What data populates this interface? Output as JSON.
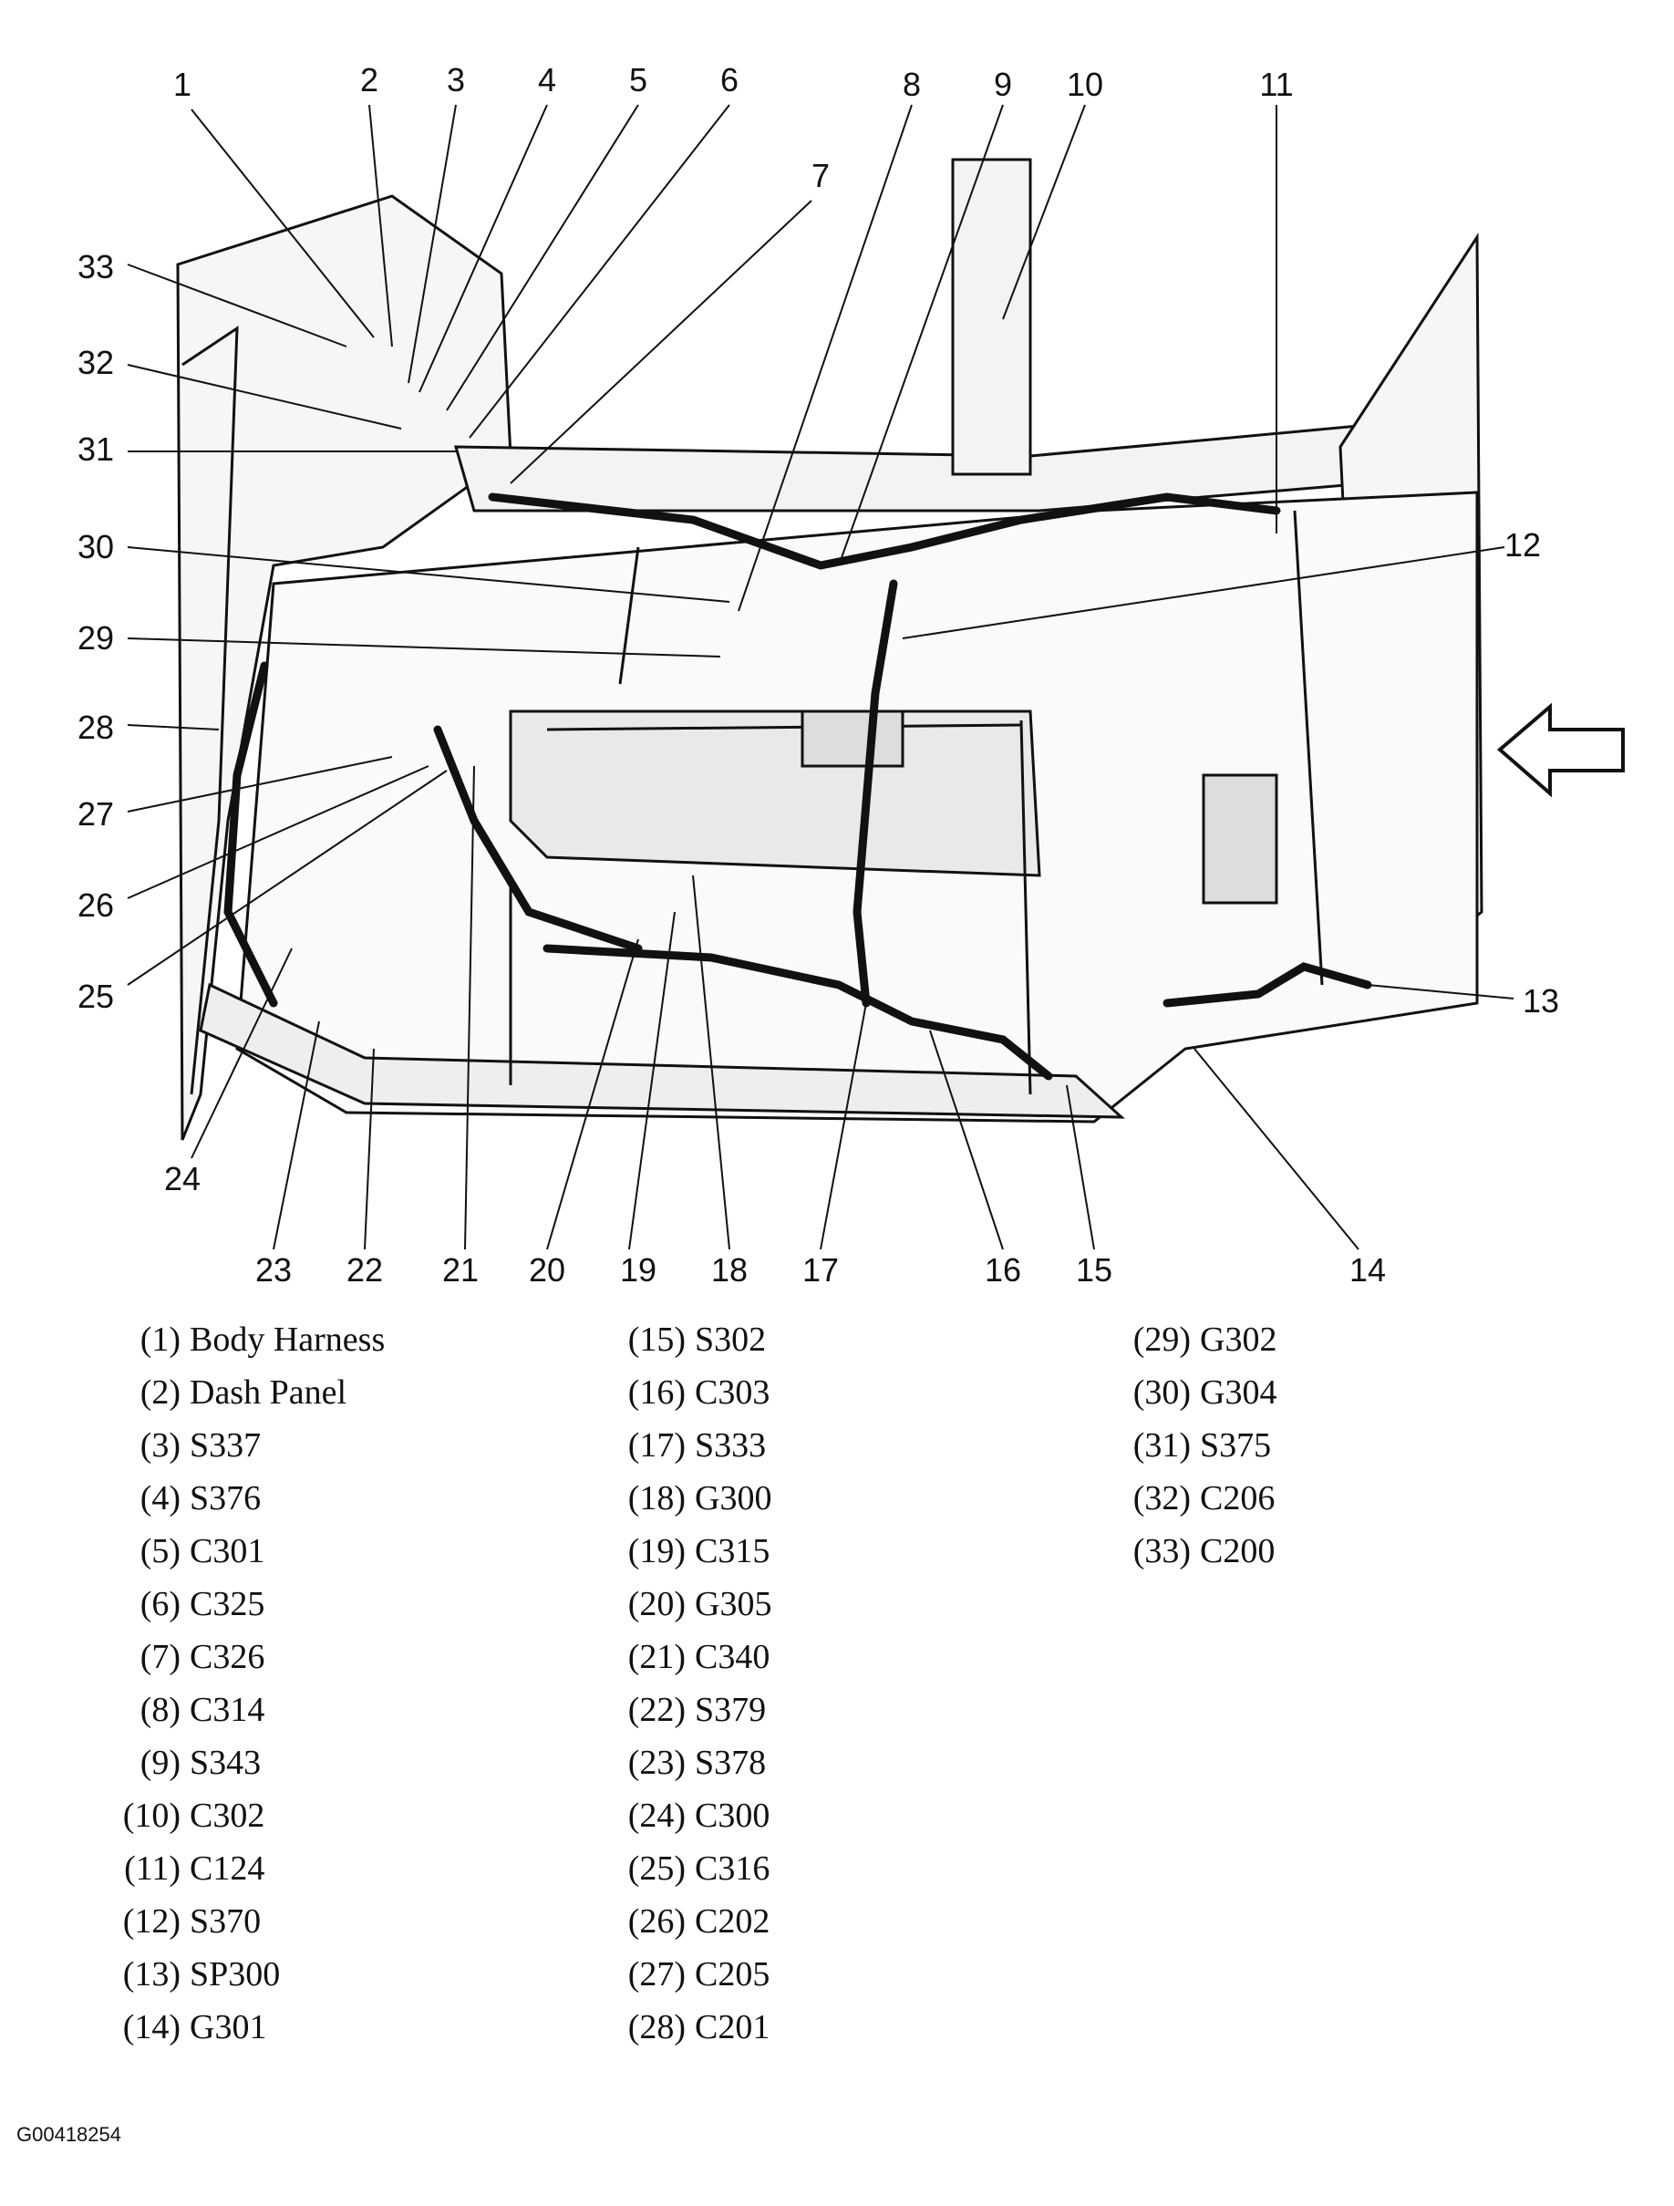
{
  "callouts": [
    {
      "n": "1",
      "x": 0,
      "y": 0
    },
    {
      "n": "2"
    },
    {
      "n": "3"
    },
    {
      "n": "4"
    },
    {
      "n": "5"
    },
    {
      "n": "6"
    },
    {
      "n": "7"
    },
    {
      "n": "8"
    },
    {
      "n": "9"
    },
    {
      "n": "10"
    },
    {
      "n": "11"
    },
    {
      "n": "12"
    },
    {
      "n": "13"
    },
    {
      "n": "14"
    },
    {
      "n": "15"
    },
    {
      "n": "16"
    },
    {
      "n": "17"
    },
    {
      "n": "18"
    },
    {
      "n": "19"
    },
    {
      "n": "20"
    },
    {
      "n": "21"
    },
    {
      "n": "22"
    },
    {
      "n": "23"
    },
    {
      "n": "24"
    },
    {
      "n": "25"
    },
    {
      "n": "26"
    },
    {
      "n": "27"
    },
    {
      "n": "28"
    },
    {
      "n": "29"
    },
    {
      "n": "30"
    },
    {
      "n": "31"
    },
    {
      "n": "32"
    },
    {
      "n": "33"
    }
  ],
  "legend": [
    {
      "num": "(1)",
      "label": "Body Harness"
    },
    {
      "num": "(2)",
      "label": "Dash Panel"
    },
    {
      "num": "(3)",
      "label": "S337"
    },
    {
      "num": "(4)",
      "label": "S376"
    },
    {
      "num": "(5)",
      "label": "C301"
    },
    {
      "num": "(6)",
      "label": "C325"
    },
    {
      "num": "(7)",
      "label": "C326"
    },
    {
      "num": "(8)",
      "label": "C314"
    },
    {
      "num": "(9)",
      "label": "S343"
    },
    {
      "num": "(10)",
      "label": "C302"
    },
    {
      "num": "(11)",
      "label": "C124"
    },
    {
      "num": "(12)",
      "label": "S370"
    },
    {
      "num": "(13)",
      "label": "SP300"
    },
    {
      "num": "(14)",
      "label": "G301"
    },
    {
      "num": "(15)",
      "label": "S302"
    },
    {
      "num": "(16)",
      "label": "C303"
    },
    {
      "num": "(17)",
      "label": "S333"
    },
    {
      "num": "(18)",
      "label": "G300"
    },
    {
      "num": "(19)",
      "label": "C315"
    },
    {
      "num": "(20)",
      "label": "G305"
    },
    {
      "num": "(21)",
      "label": "C340"
    },
    {
      "num": "(22)",
      "label": "S379"
    },
    {
      "num": "(23)",
      "label": "S378"
    },
    {
      "num": "(24)",
      "label": "C300"
    },
    {
      "num": "(25)",
      "label": "C316"
    },
    {
      "num": "(26)",
      "label": "C202"
    },
    {
      "num": "(27)",
      "label": "C205"
    },
    {
      "num": "(28)",
      "label": "C201"
    },
    {
      "num": "(29)",
      "label": "G302"
    },
    {
      "num": "(30)",
      "label": "G304"
    },
    {
      "num": "(31)",
      "label": "S375"
    },
    {
      "num": "(32)",
      "label": "C206"
    },
    {
      "num": "(33)",
      "label": "C200"
    }
  ],
  "figure_code": "G00418254",
  "colors": {
    "ink": "#111111",
    "paper": "#ffffff",
    "fill": "#e9e9e9"
  }
}
